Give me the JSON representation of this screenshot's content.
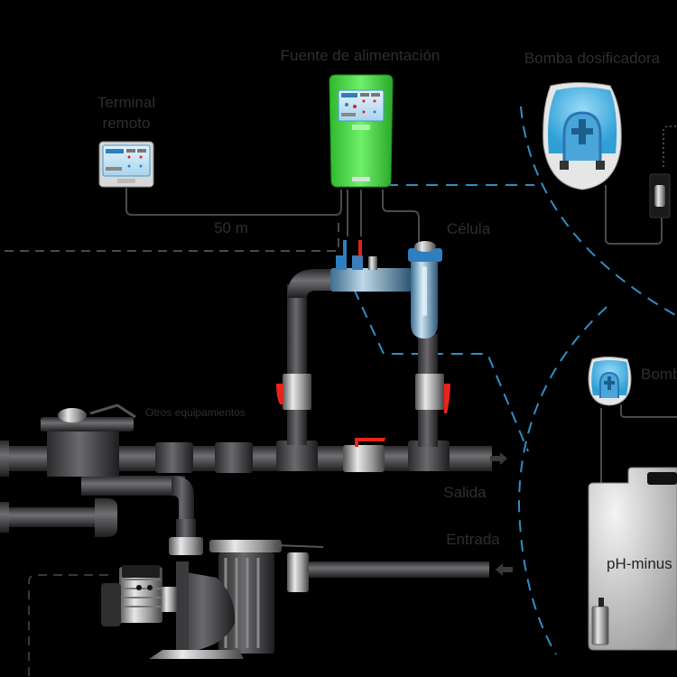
{
  "diagram": {
    "title": "Pool salt chlorination installation diagram",
    "labels": {
      "power_supply": "Fuente de alimentación",
      "dosing_pump": "Bomba dosificadora",
      "remote_terminal_line1": "Terminal",
      "remote_terminal_line2": "remoto",
      "cable_length": "50 m",
      "cell": "Célula",
      "other_equipment": "Otros equipamientos",
      "second_pump": "Bomb",
      "outlet": "Salida",
      "inlet": "Entrada",
      "tank": "pH-minus"
    },
    "colors": {
      "background": "#000000",
      "label_text": "#2e2e2e",
      "dashed_link": "#2f8fc4",
      "power_supply_body": "#4cd84a",
      "pump_cover": "#5bbde8",
      "valve_handle": "#e8241c",
      "pipe": "#3a3a3c",
      "tank": "#c8c8c8"
    },
    "icons": {
      "flow_out": "arrow-right",
      "flow_in": "arrow-left"
    }
  }
}
